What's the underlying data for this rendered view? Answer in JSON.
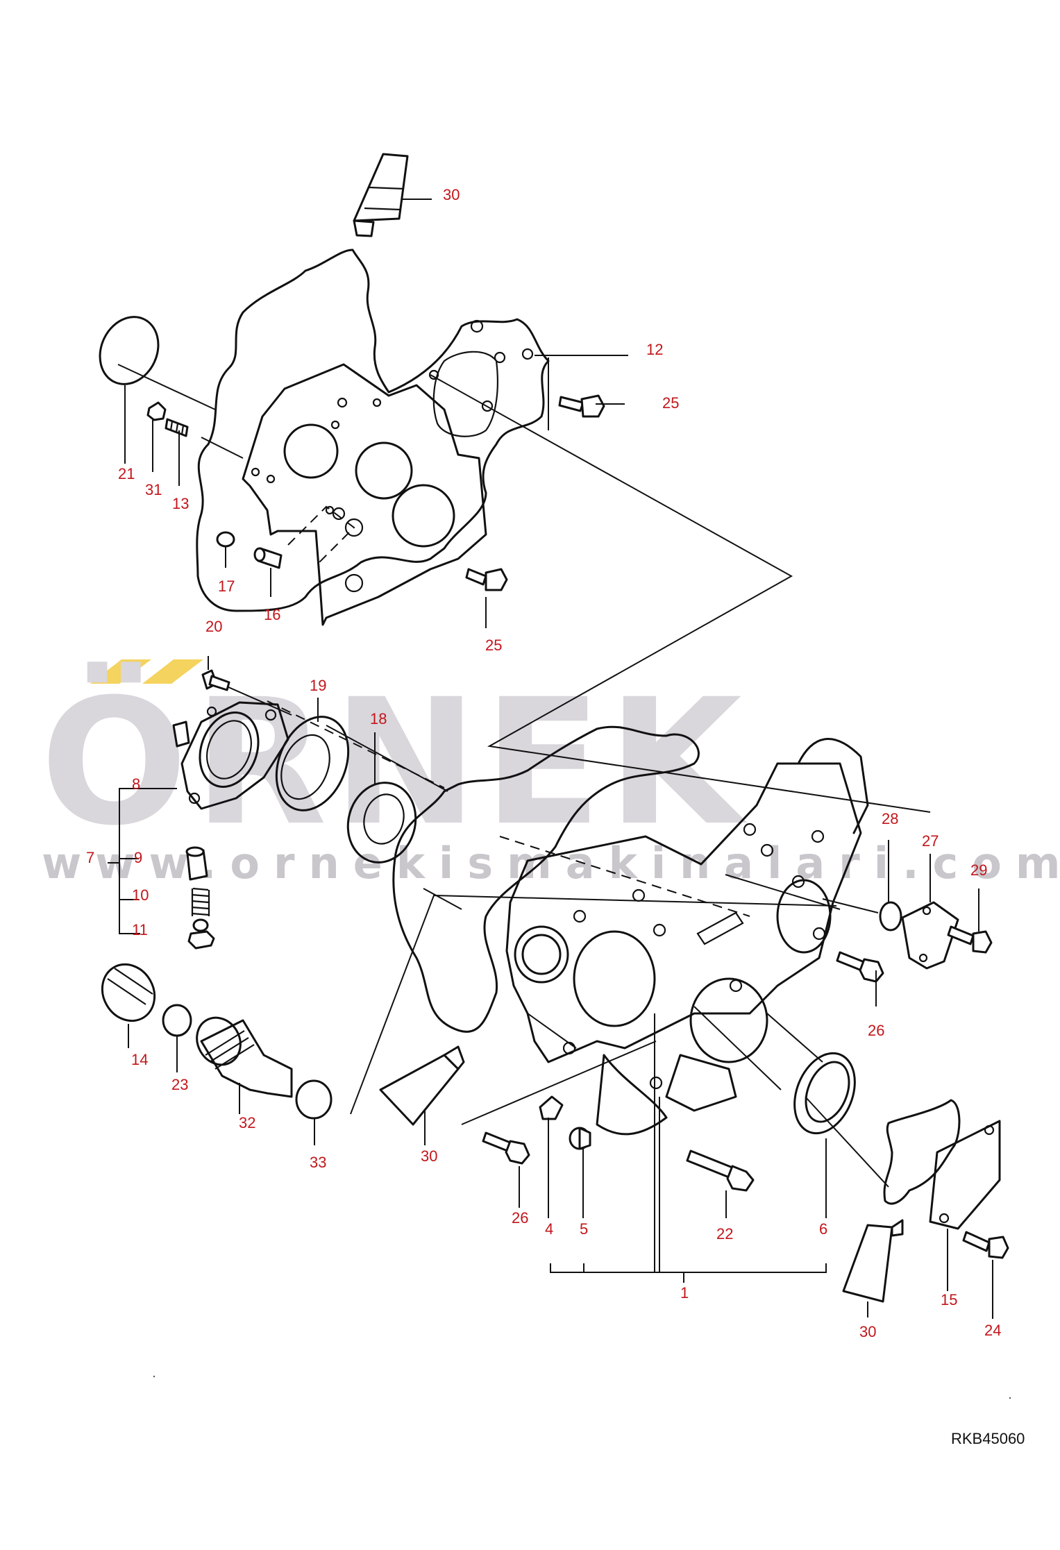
{
  "watermark": {
    "brand": "ÖRNEK",
    "url": "www.ornekismakinalari.com.tr",
    "accent_color": "#f4d35e",
    "brand_color": "#d9d6dc"
  },
  "diagram_code": "RKB45060",
  "callout_color": "#c2161b",
  "callouts": {
    "c1": "1",
    "c4": "4",
    "c5": "5",
    "c6": "6",
    "c7": "7",
    "c8": "8",
    "c9": "9",
    "c10": "10",
    "c11": "11",
    "c12": "12",
    "c13": "13",
    "c14": "14",
    "c15": "15",
    "c16": "16",
    "c17": "17",
    "c18": "18",
    "c19": "19",
    "c20": "20",
    "c21": "21",
    "c22": "22",
    "c23": "23",
    "c24": "24",
    "c25a": "25",
    "c25b": "25",
    "c26a": "26",
    "c26b": "26",
    "c27": "27",
    "c28": "28",
    "c29": "29",
    "c30a": "30",
    "c30b": "30",
    "c30c": "30",
    "c31": "31",
    "c32": "32",
    "c33": "33"
  }
}
